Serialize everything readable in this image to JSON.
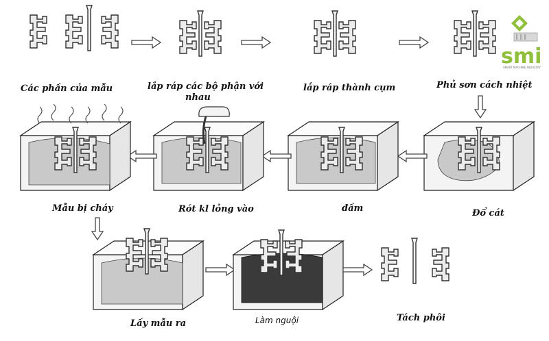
{
  "steps": [
    {
      "id": "s1",
      "label": "Các  phần của mẫu"
    },
    {
      "id": "s2",
      "label_line1": "lắp ráp các bộ phận với",
      "label_line2": "nhau"
    },
    {
      "id": "s3",
      "label": "lắp ráp thành cụm"
    },
    {
      "id": "s4",
      "label": "Phủ sơn cách  nhiệt"
    },
    {
      "id": "s5",
      "label": "Đổ cát"
    },
    {
      "id": "s6",
      "label": "đầm"
    },
    {
      "id": "s7",
      "label": "Rót kl lỏng vào"
    },
    {
      "id": "s8",
      "label": "Mẫu bị cháy"
    },
    {
      "id": "s9",
      "label": "Lấy mẫu ra"
    },
    {
      "id": "s10",
      "label": "Làm nguội"
    },
    {
      "id": "s11",
      "label": "Tách phôi"
    }
  ],
  "logo": {
    "text": "smi",
    "tagline": "SMART MACHINE INDUSTRY",
    "color": "#8fbf3b"
  }
}
